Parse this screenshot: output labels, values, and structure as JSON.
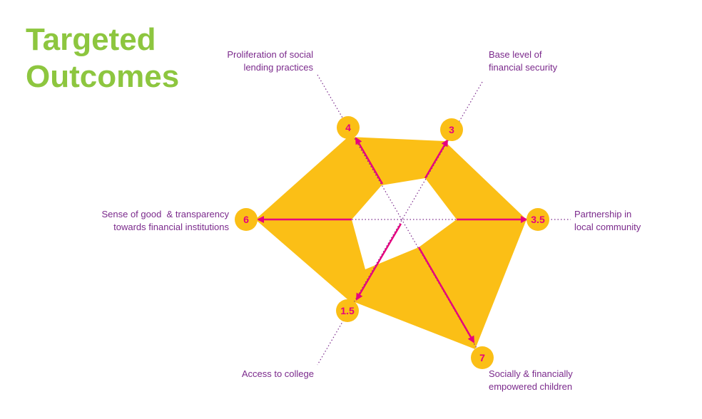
{
  "title": {
    "line1": "Targeted",
    "line2": "Outcomes"
  },
  "colors": {
    "title": "#8dc63f",
    "shape": "#fbbf16",
    "badge": "#fbbf16",
    "arrow": "#e6007e",
    "label": "#7b2a8c",
    "axis": "#7b2a8c"
  },
  "outcomes": [
    {
      "id": "social-lending",
      "value": "4",
      "lines": [
        "Proliferation of social",
        "lending practices"
      ]
    },
    {
      "id": "financial-security",
      "value": "3",
      "lines": [
        "Base level of",
        "financial security"
      ]
    },
    {
      "id": "community",
      "value": "3.5",
      "lines": [
        "Partnership in",
        "local community"
      ]
    },
    {
      "id": "children",
      "value": "7",
      "lines": [
        "Socially & financially",
        "empowered children"
      ]
    },
    {
      "id": "college",
      "value": "1.5",
      "lines": [
        "Access to college"
      ]
    },
    {
      "id": "transparency",
      "value": "6",
      "lines": [
        "Sense of good  & transparency",
        "towards financial institutions"
      ]
    }
  ]
}
